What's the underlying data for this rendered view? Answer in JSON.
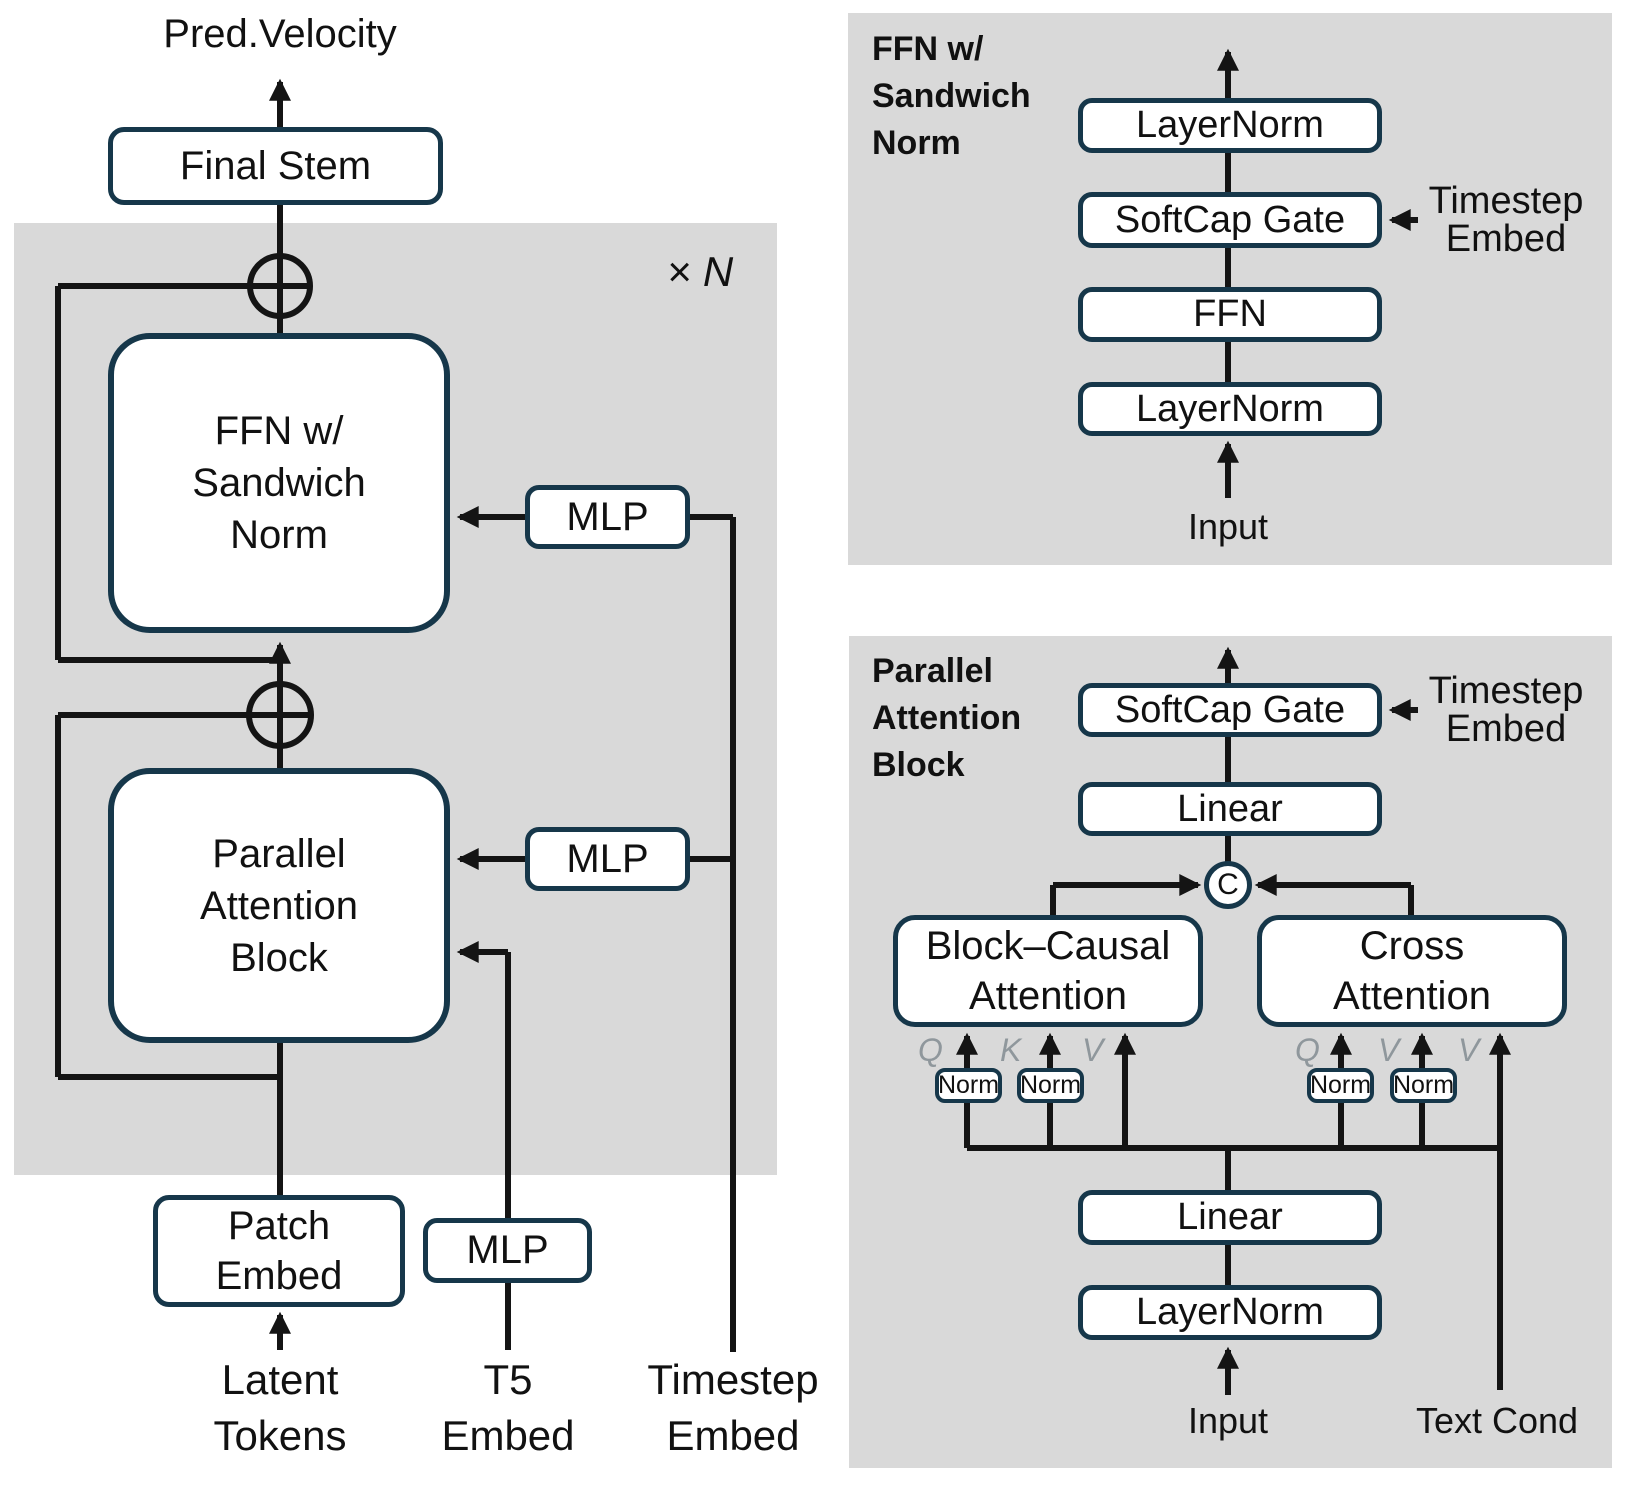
{
  "colors": {
    "panel_bg": "#d9d9d9",
    "box_border": "#16374a",
    "line": "#141414",
    "qkv_label": "#8f979c"
  },
  "left": {
    "output_label": "Pred.Velocity",
    "final_stem_label": "Final Stem",
    "repeat_label": "× N",
    "ffn_box": {
      "lines": [
        "FFN w/",
        "Sandwich",
        "Norm"
      ]
    },
    "attn_box": {
      "lines": [
        "Parallel",
        "Attention",
        "Block"
      ]
    },
    "mlp_ffn_label": "MLP",
    "mlp_attn_label": "MLP",
    "mlp_t5_label": "MLP",
    "patch_embed": {
      "lines": [
        "Patch",
        "Embed"
      ]
    },
    "latent_label": {
      "lines": [
        "Latent",
        "Tokens"
      ]
    },
    "t5_label": {
      "lines": [
        "T5",
        "Embed"
      ]
    },
    "timestep_label": {
      "lines": [
        "Timestep",
        "Embed"
      ]
    }
  },
  "ffn_panel": {
    "title": {
      "lines": [
        "FFN w/",
        "Sandwich",
        "Norm"
      ]
    },
    "layernorm_top_label": "LayerNorm",
    "softcap_label": "SoftCap Gate",
    "ffn_label": "FFN",
    "layernorm_bottom_label": "LayerNorm",
    "timestep": {
      "lines": [
        "Timestep",
        "Embed"
      ]
    },
    "input_label": "Input"
  },
  "attn_panel": {
    "title": {
      "lines": [
        "Parallel",
        "Attention",
        "Block"
      ]
    },
    "softcap_label": "SoftCap Gate",
    "linear_top_label": "Linear",
    "concat_label": "C",
    "block_causal": {
      "lines": [
        "Block–Causal",
        "Attention"
      ]
    },
    "cross": {
      "lines": [
        "Cross",
        "Attention"
      ]
    },
    "norm_label": "Norm",
    "qkv": {
      "q": "Q",
      "k": "K",
      "v": "V"
    },
    "linear_bottom_label": "Linear",
    "layernorm_label": "LayerNorm",
    "input_label": "Input",
    "text_cond_label": "Text Cond",
    "timestep": {
      "lines": [
        "Timestep",
        "Embed"
      ]
    }
  }
}
